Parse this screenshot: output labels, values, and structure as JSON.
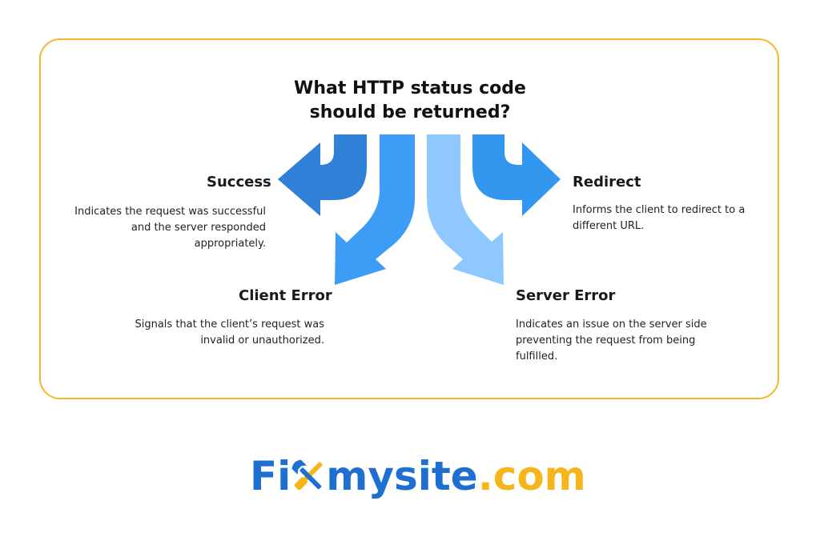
{
  "title": {
    "line1": "What HTTP status code",
    "line2": "should be returned?"
  },
  "branches": {
    "success": {
      "heading": "Success",
      "lines": [
        "Indicates the request was successful",
        "and the server responded",
        "appropriately."
      ]
    },
    "redirect": {
      "heading": "Redirect",
      "lines": [
        "Informs the client to redirect to a",
        "different URL."
      ]
    },
    "client_error": {
      "heading": "Client Error",
      "lines": [
        "Signals that the client’s request was",
        "invalid or unauthorized."
      ]
    },
    "server_error": {
      "heading": "Server Error",
      "lines": [
        "Indicates an issue on the server side",
        "preventing the request from being",
        "fulfilled."
      ]
    }
  },
  "colors": {
    "border": "#f4b92a",
    "success_arrow": "#2f80d6",
    "client_error_arrow": "#3d9cf5",
    "server_error_arrow": "#8fc8ff",
    "redirect_arrow": "#3396ef",
    "logo_blue": "#1d6fd1",
    "logo_yellow": "#f7b51c"
  },
  "logo": {
    "part1": "Fi",
    "part2": "mysite",
    "part3": ".com",
    "icon": "wrench-screwdriver-icon"
  }
}
